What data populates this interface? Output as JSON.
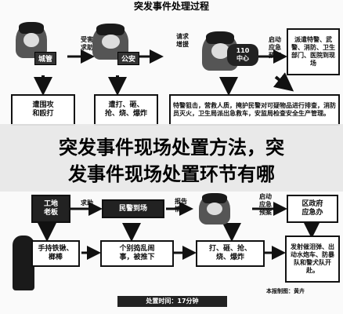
{
  "title": "突发事件处理过程",
  "top_section": {
    "labels": {
      "site_police": "城管",
      "alarm_call": "受害\n求助",
      "police_station": "公安",
      "request_backup": "请求\n增援",
      "center_110": "110\n中心",
      "start_plan": "启动\n应急\n预案",
      "response_box": "派遣特警、武警、消防、卫生部门、医院到现场",
      "surround_box": "遭围攻\n和殴打",
      "attack_box": "遭打、砸、\n抢、烧、爆炸",
      "action_box": "特警狙击，营救人质，掩护民警对可疑物品进行排查，消防员灭火，卫生局派出急救车，安监局检查安全生产管理。"
    }
  },
  "banner": {
    "line1": "突发事件现场处置方法，突",
    "line2": "发事件现场处置环节有哪"
  },
  "bottom_section": {
    "labels": {
      "site_boss": "工地\n老板",
      "ask_help": "求助",
      "police_arrive": "民警到场",
      "report": "报告\n情况",
      "start_plan": "启动\n应急\n预案",
      "district_gov": "区政府\n应急办",
      "attacker_box": "手持铁锹、榔棒",
      "hostage_box": "个别捣乱闹\n事，被推下",
      "riot_box": "打、砸、抢、\n烧、爆炸",
      "dispatch_box": "发射催泪弹、出动水炮车、防暴队和警犬队开赴。",
      "credit": "本报制图：黄卉",
      "duration": "处置时间：17分钟"
    }
  }
}
